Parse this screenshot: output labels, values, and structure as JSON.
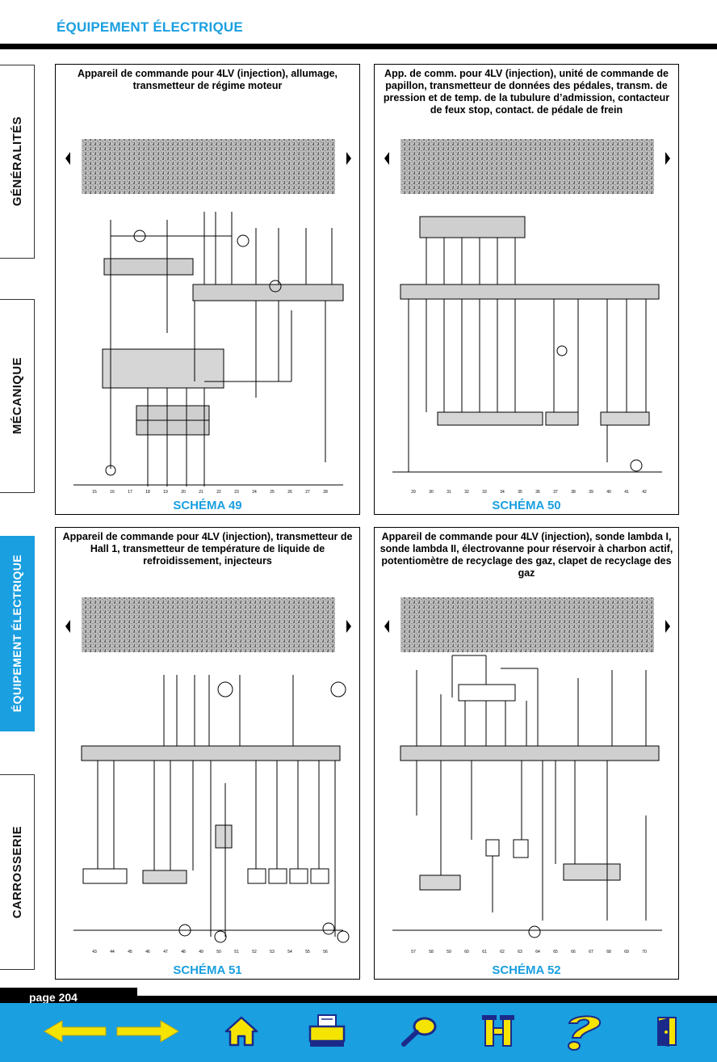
{
  "header": {
    "title": "ÉQUIPEMENT ÉLECTRIQUE"
  },
  "side_tabs": [
    {
      "label": "GÉNÉRALITÉS",
      "active": false
    },
    {
      "label": "MÉCANIQUE",
      "active": false
    },
    {
      "label": "ÉQUIPEMENT ÉLECTRIQUE",
      "active": true
    },
    {
      "label": "CARROSSERIE",
      "active": false
    }
  ],
  "schemas": [
    {
      "title": "Appareil de commande pour 4LV (injection), allumage, transmetteur de régime moteur",
      "label": "SCHÉMA 49",
      "axis_labels": [
        "15",
        "16",
        "17",
        "18",
        "19",
        "20",
        "21",
        "22",
        "23",
        "24",
        "25",
        "26",
        "27",
        "28"
      ]
    },
    {
      "title": "App. de comm. pour 4LV (injection), unité de commande de papillon, transmetteur de données des pédales, transm. de pression et de temp. de la tubulure d’admission, contacteur de feux stop, contact. de pédale de frein",
      "label": "SCHÉMA 50",
      "axis_labels": [
        "29",
        "30",
        "31",
        "32",
        "33",
        "34",
        "35",
        "36",
        "37",
        "38",
        "39",
        "40",
        "41",
        "42"
      ]
    },
    {
      "title": "Appareil de commande pour 4LV (injection), transmetteur de Hall 1, transmetteur de température de liquide de refroidissement, injecteurs",
      "label": "SCHÉMA 51",
      "axis_labels": [
        "43",
        "44",
        "45",
        "46",
        "47",
        "48",
        "49",
        "50",
        "51",
        "52",
        "53",
        "54",
        "55",
        "56"
      ]
    },
    {
      "title": "Appareil de commande pour 4LV (injection), sonde lambda I, sonde lambda II, électrovanne pour réservoir à charbon actif, potentiomètre de recyclage des gaz, clapet de recyclage des gaz",
      "label": "SCHÉMA 52",
      "axis_labels": [
        "57",
        "58",
        "59",
        "60",
        "61",
        "62",
        "63",
        "64",
        "65",
        "66",
        "67",
        "68",
        "69",
        "70"
      ]
    }
  ],
  "footer": {
    "page_label": "page 204"
  },
  "nav_buttons": [
    {
      "name": "previous-arrow-icon",
      "color": "#f5e400"
    },
    {
      "name": "next-arrow-icon",
      "color": "#f5e400"
    },
    {
      "name": "home-icon",
      "color": "#f5e400"
    },
    {
      "name": "print-icon",
      "color": "#f5e400"
    },
    {
      "name": "search-icon",
      "color": "#f5e400"
    },
    {
      "name": "index-icon",
      "color": "#f5e400"
    },
    {
      "name": "help-icon",
      "color": "#f5e400"
    },
    {
      "name": "exit-door-icon",
      "color": "#f5e400"
    }
  ]
}
